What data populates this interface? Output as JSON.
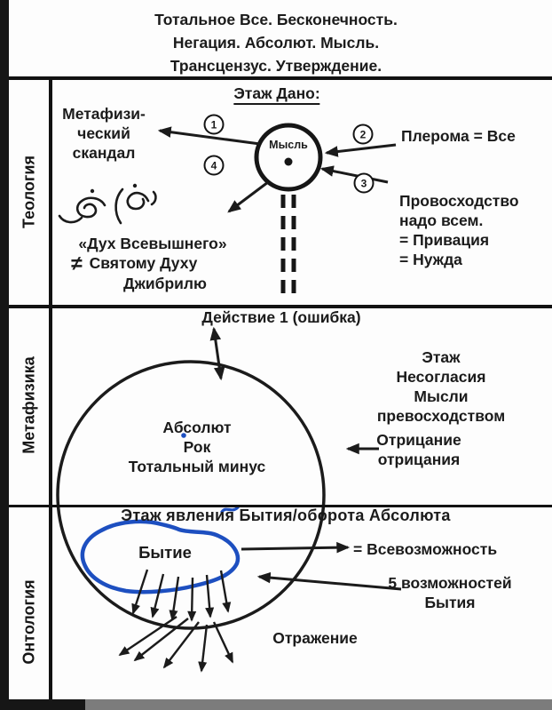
{
  "header": {
    "line1": "Тотальное Все. Бесконечность.",
    "line2": "Негация. Абсолют. Мысль.",
    "line3": "Трансцензус. Утверждение."
  },
  "sidebar": {
    "theology": "Теология",
    "metaphysics": "Метафизика",
    "ontology": "Онтология"
  },
  "theology": {
    "stage_title": "Этаж Дано:",
    "thought_label": "Мысль",
    "markers": [
      "1",
      "2",
      "3",
      "4"
    ],
    "scandal": {
      "line1": "Метафизи-",
      "line2": "ческий",
      "line3": "скандал"
    },
    "pleroma": "Плерома = Все",
    "supremacy": {
      "line1": "Провосходство",
      "line2": "надо всем.",
      "line3": "= Привация",
      "line4": "= Нужда"
    },
    "spirit_quote": "«Дух Всевышнего»",
    "not_equal_sign": "≠",
    "holy_spirit": "Святому Духу",
    "jibril": "Джибрилю"
  },
  "metaphysics": {
    "action": "Действие 1 (ошибка)",
    "circle": {
      "line1": "Абсолют",
      "line2": "Рок",
      "line3": "Тотальный минус"
    },
    "stage": {
      "line1": "Этаж",
      "line2": "Несогласия",
      "line3": "Мысли",
      "line4": "превосходством"
    },
    "negation": {
      "line1": "Отрицание",
      "line2": "отрицания"
    }
  },
  "ontology": {
    "stage_title": "Этаж явления Бытия/оборота Абсолюта",
    "being": "Бытие",
    "all_possibility": "= Всевозможность",
    "five": {
      "line1": "5 возможностей",
      "line2": "Бытия"
    },
    "reflection": "Отражение"
  },
  "colors": {
    "ink": "#1b1b1b",
    "pen_blue": "#1d4fc0"
  }
}
